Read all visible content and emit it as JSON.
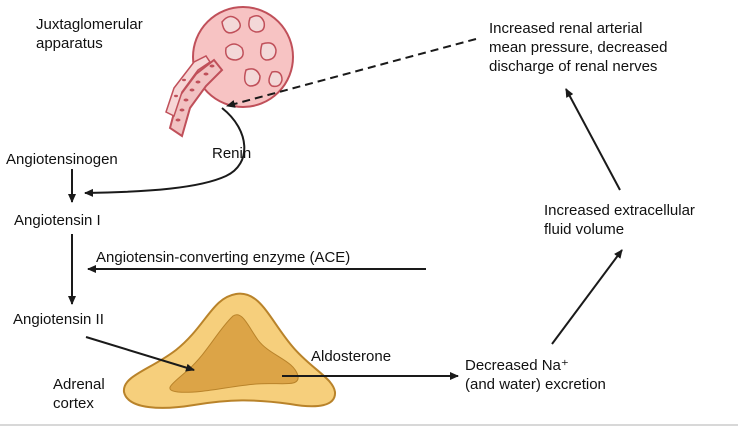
{
  "labels": {
    "jga": [
      "Juxtaglomerular",
      "apparatus"
    ],
    "renin": "Renin",
    "angiotensinogen": "Angiotensinogen",
    "angiotensin_1": "Angiotensin I",
    "ace": "Angiotensin-converting enzyme (ACE)",
    "angiotensin_2": "Angiotensin II",
    "adrenal_cortex": [
      "Adrenal",
      "cortex"
    ],
    "aldosterone": "Aldosterone",
    "decreased_na": [
      "Decreased Na⁺",
      "(and water) excretion"
    ],
    "increased_ecf": [
      "Increased extracellular",
      "fluid volume"
    ],
    "increased_pressure": [
      "Increased renal arterial",
      "mean pressure, decreased",
      "discharge of renal nerves"
    ]
  },
  "colors": {
    "arrow": "#1a1a1a",
    "glomerulus_fill": "#f7c3c3",
    "glomerulus_stroke": "#c0505a",
    "capillary_fill": "#f3d8d8",
    "vessel_wall": "#c0505a",
    "adrenal_outer": "#f6cf7c",
    "adrenal_stroke": "#b9832a",
    "adrenal_inner": "#dca447"
  }
}
